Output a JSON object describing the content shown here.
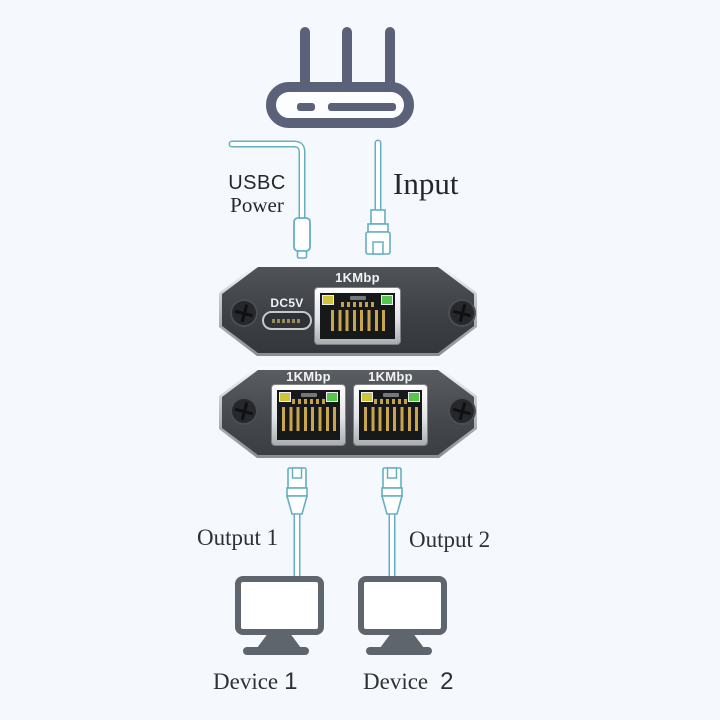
{
  "title": "Ethernet splitter connection diagram",
  "colors": {
    "background": "#f5f8fc",
    "cable_blue": "#64afc2",
    "router_gray": "#5a6178",
    "monitor_gray": "#5f656d",
    "text_dark": "#24282d",
    "device_body": "#44474c",
    "led_yellow": "#cfc53a",
    "led_green": "#56c74a"
  },
  "cables": {
    "usbc": {
      "label_line1": "USBC",
      "label_line2": "Power"
    },
    "input": {
      "label": "Input"
    },
    "output1": {
      "label": "Output 1"
    },
    "output2": {
      "label": "Output 2"
    }
  },
  "splitter": {
    "front_view": {
      "power_label": "DC5V",
      "port_label": "1KMbp"
    },
    "back_view": {
      "port1_label": "1KMbp",
      "port2_label": "1KMbp"
    }
  },
  "devices": [
    {
      "name": "Device",
      "number": "1"
    },
    {
      "name": "Device",
      "number": "2"
    }
  ]
}
